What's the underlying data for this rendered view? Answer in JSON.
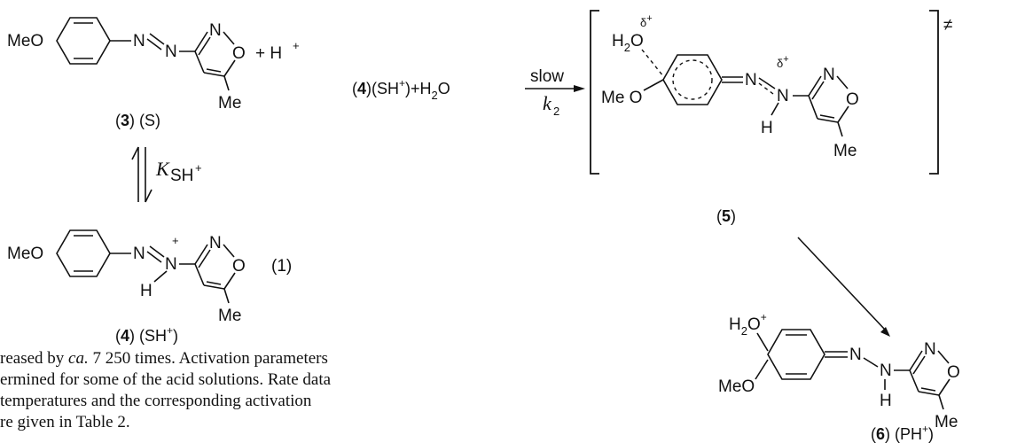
{
  "structures": {
    "s3": {
      "meo": "MeO",
      "n1": "N",
      "n2": "N",
      "ring_n": "N",
      "ring_o": "O",
      "me": "Me",
      "plus_h": "+ H",
      "plus_h_sup": "+",
      "caption_num": "3",
      "caption_rest": " (S)"
    },
    "eq": {
      "k_letter": "K",
      "k_sub": "SH",
      "k_sub_sup": "+"
    },
    "s4": {
      "meo": "MeO",
      "n1": "N",
      "n2": "N",
      "n2_charge": "+",
      "h": "H",
      "ring_n": "N",
      "ring_o": "O",
      "me": "Me",
      "ref": "(1)",
      "caption_num": "4",
      "caption_rest": " (SH",
      "caption_sup": "+",
      "caption_close": ")"
    },
    "reaction": {
      "lhs_num": "4",
      "lhs_a": "(SH",
      "lhs_sup": "+",
      "lhs_b": ")+H",
      "lhs_sub": "2",
      "lhs_c": "O",
      "arrow_top": "slow",
      "arrow_k": "k",
      "arrow_k_sub": "2"
    },
    "s5": {
      "h2o_h": "H",
      "h2o_sub": "2",
      "h2o_o": "O",
      "delta1": "δ",
      "delta1_sup": "+",
      "meo": "Me O",
      "n1": "N",
      "n2": "N",
      "delta2": "δ",
      "delta2_sup": "+",
      "h": "H",
      "ring_n": "N",
      "ring_o": "O",
      "me": "Me",
      "ts": "≠",
      "caption_num": "5"
    },
    "s6": {
      "h2o_h": "H",
      "h2o_sub": "2",
      "h2o_o": "O",
      "h2o_sup": "+",
      "meo": "MeO",
      "n1": "N",
      "n2": "N",
      "h": "H",
      "ring_n": "N",
      "ring_o": "O",
      "me": "Me",
      "caption_num": "6",
      "caption_rest": " (PH",
      "caption_sup": "+",
      "caption_close": ")"
    }
  },
  "body_text": [
    "reased by ca. 7 250 times. Activation parameters",
    "ermined for some of the acid solutions. Rate data",
    " temperatures and the corresponding activation",
    "re given in Table 2."
  ],
  "body_text_italic": "ca."
}
